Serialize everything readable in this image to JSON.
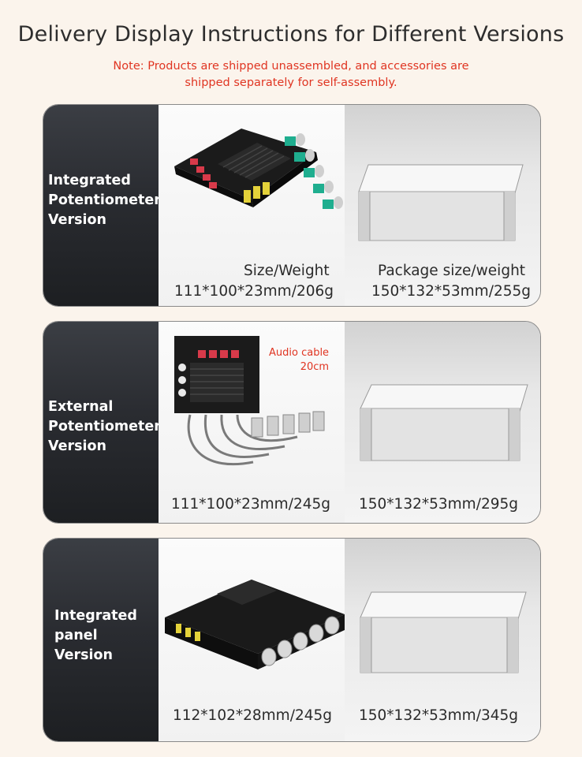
{
  "title": "Delivery Display Instructions for Different Versions",
  "note_line1": "Note: Products are shipped unassembled, and accessories are",
  "note_line2": "shipped separately for self-assembly.",
  "colors": {
    "note": "#e03522",
    "label_bg": "#2a2c31",
    "text": "#2b2b2b"
  },
  "versions": [
    {
      "label_lines": [
        "Integrated",
        "Potentiometer",
        "Version"
      ],
      "product_heading": "Size/Weight",
      "product_dims": "111*100*23mm/206g",
      "package_heading": "Package size/weight",
      "package_dims": "150*132*53mm/255g"
    },
    {
      "label_lines": [
        "External",
        "Potentiometer",
        "Version"
      ],
      "cable_line1": "Audio cable",
      "cable_line2": "20cm",
      "product_dims": "111*100*23mm/245g",
      "package_dims": "150*132*53mm/295g"
    },
    {
      "label_lines": [
        "Integrated",
        "panel",
        "Version"
      ],
      "product_dims": "112*102*28mm/245g",
      "package_dims": "150*132*53mm/345g"
    }
  ]
}
